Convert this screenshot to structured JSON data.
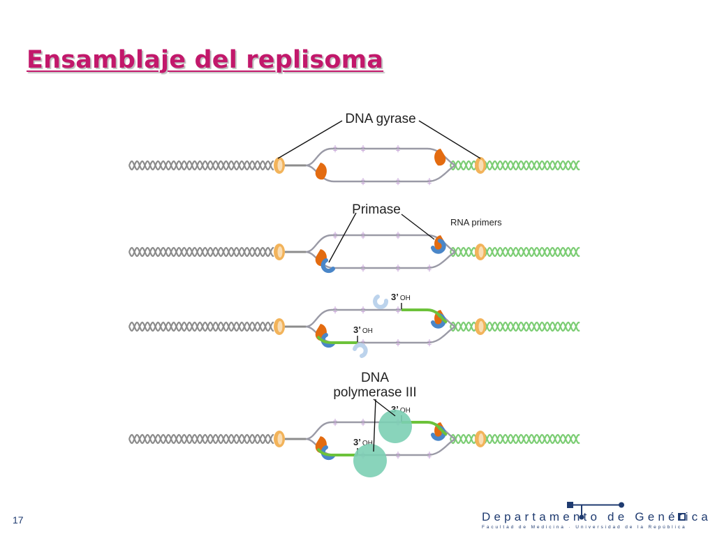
{
  "slide": {
    "title": "Ensamblaje del replisoma",
    "page_number": "17"
  },
  "footer": {
    "department": "Departamento de Genética",
    "faculty": "Facultad de Medicina · Universidad de la República"
  },
  "diagram": {
    "labels": {
      "gyrase": "DNA gyrase",
      "primase": "Primase",
      "rna_primers": "RNA primers",
      "polymerase_line1": "DNA",
      "polymerase_line2": "polymerase III",
      "oh_prime": "3’",
      "oh_group": "OH"
    },
    "colors": {
      "title": "#c2186b",
      "grey_dna": "#8c8c8c",
      "green_dna": "#7ccd74",
      "strand": "#9a9aa6",
      "gyrase": "#f2b35a",
      "helicase": "#e36b10",
      "primase": "#4a86c8",
      "primase_pale": "#bcd3ec",
      "primer": "#6cc23a",
      "polymerase": "#7ccfb4",
      "marker": "#c8a8d8",
      "footer": "#1f3b70"
    }
  }
}
